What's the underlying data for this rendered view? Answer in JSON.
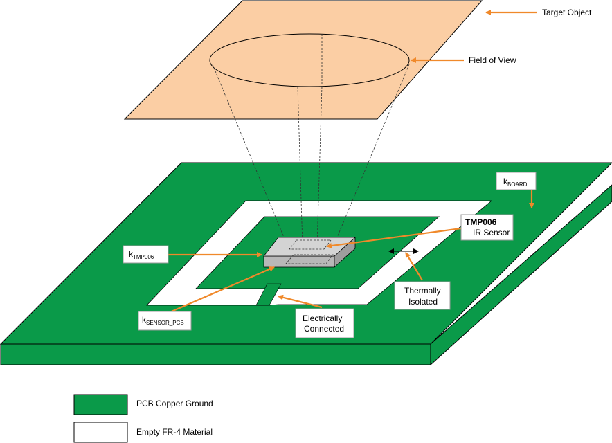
{
  "labels": {
    "target_object": "Target Object",
    "field_of_view": "Field of View",
    "k_board_main": "k",
    "k_board_sub": "BOARD",
    "tmp006_title": "TMP006",
    "tmp006_sub": "IR Sensor",
    "k_tmp006_main": "k",
    "k_tmp006_sub": "TMP006",
    "k_sensor_pcb_main": "k",
    "k_sensor_pcb_sub": "SENSOR_PCB",
    "thermally_line1": "Thermally",
    "thermally_line2": "Isolated",
    "electrically_line1": "Electrically",
    "electrically_line2": "Connected"
  },
  "legend": [
    {
      "label": "PCB Copper Ground",
      "color": "#0a9a49"
    },
    {
      "label": "Empty FR-4 Material",
      "color": "#ffffff"
    }
  ],
  "colors": {
    "pcb_green": "#0a9a49",
    "target_fill": "#fbcea4",
    "arrow_orange": "#f0892a",
    "sensor_gray": "#c9c9c9"
  }
}
